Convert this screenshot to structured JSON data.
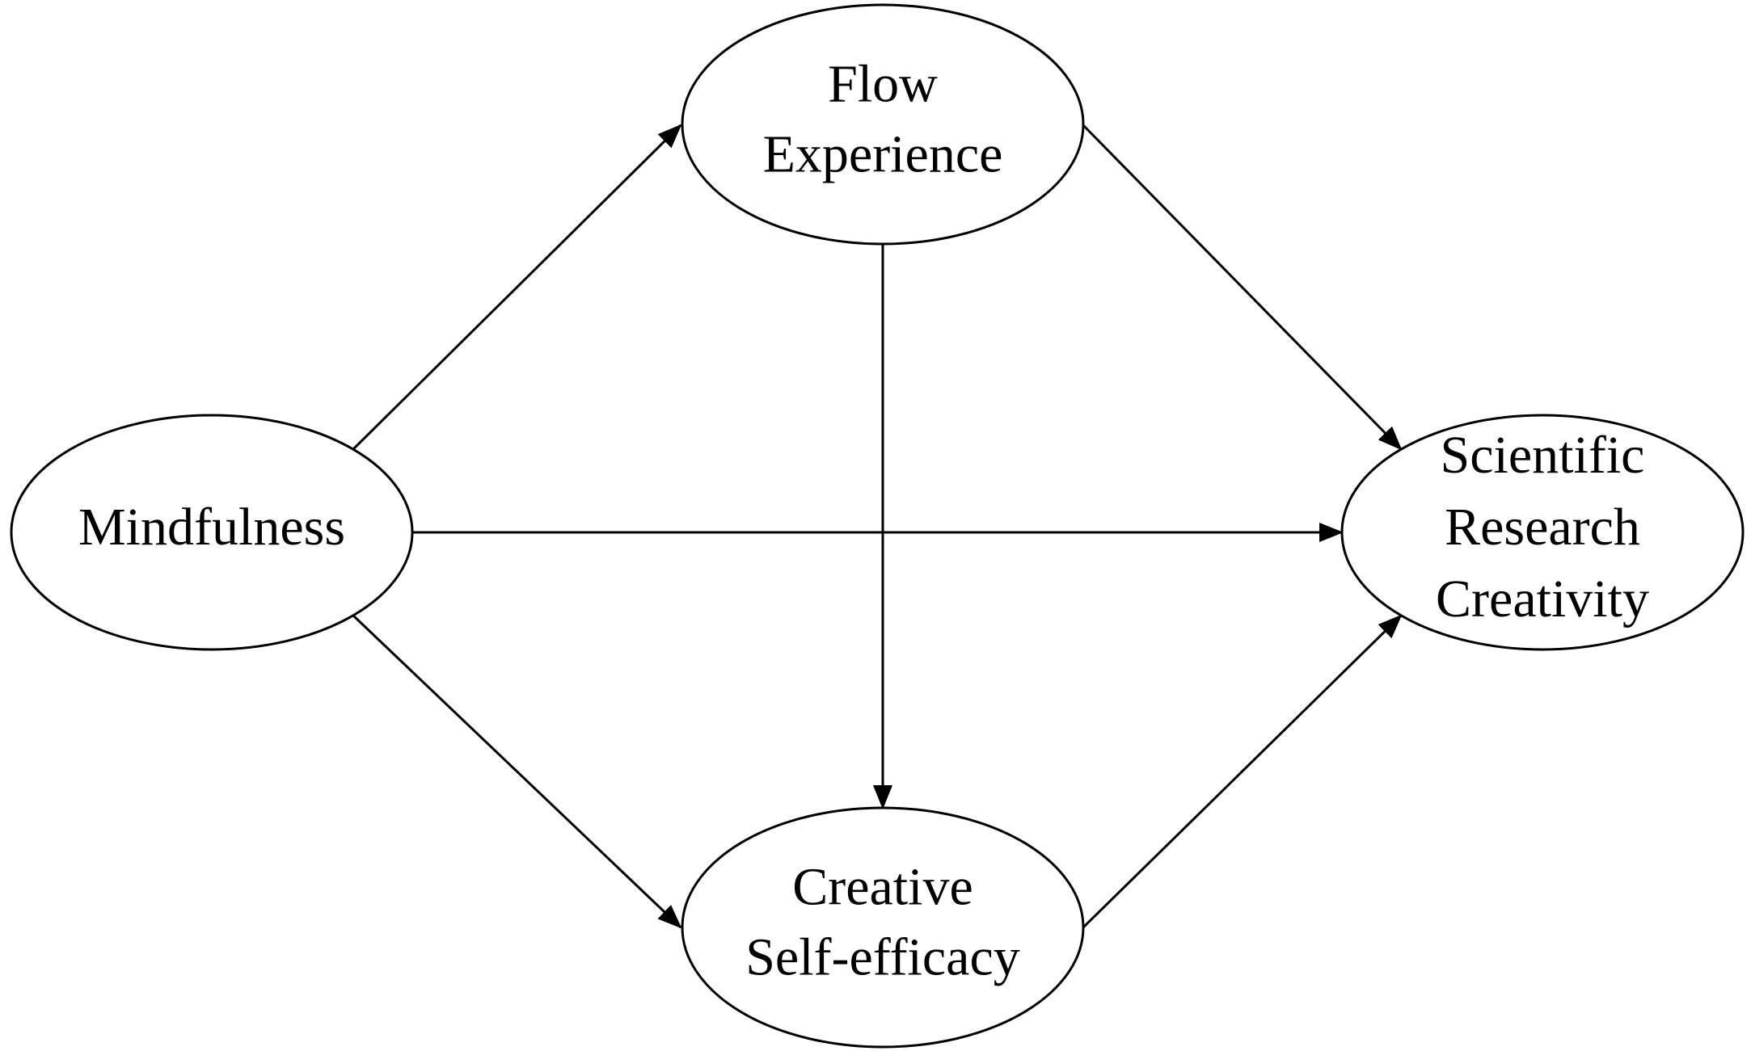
{
  "diagram": {
    "type": "path-model",
    "nodes": [
      {
        "id": "mindfulness",
        "lines": [
          "Mindfulness"
        ]
      },
      {
        "id": "flow",
        "lines": [
          "Flow",
          "Experience"
        ]
      },
      {
        "id": "efficacy",
        "lines": [
          "Creative",
          "Self-efficacy"
        ]
      },
      {
        "id": "creativity",
        "lines": [
          "Scientific",
          "Research",
          "Creativity"
        ]
      }
    ],
    "edges": [
      {
        "from": "mindfulness",
        "to": "flow"
      },
      {
        "from": "mindfulness",
        "to": "creativity"
      },
      {
        "from": "mindfulness",
        "to": "efficacy"
      },
      {
        "from": "flow",
        "to": "efficacy"
      },
      {
        "from": "flow",
        "to": "creativity"
      },
      {
        "from": "efficacy",
        "to": "creativity"
      }
    ],
    "colors": {
      "stroke": "#000000",
      "fill": "#ffffff",
      "text": "#000000"
    }
  }
}
